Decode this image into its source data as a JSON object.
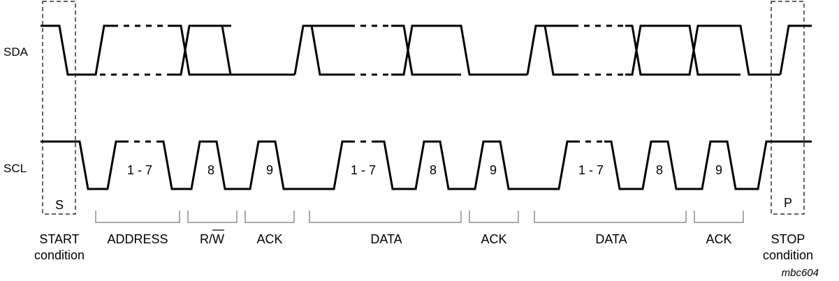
{
  "signals": {
    "sda": "SDA",
    "scl": "SCL"
  },
  "markers": {
    "start": "S",
    "stop": "P"
  },
  "clock_labels": [
    "1 - 7",
    "8",
    "9",
    "1 - 7",
    "8",
    "9",
    "1 - 7",
    "8",
    "9"
  ],
  "phase_labels": {
    "start": [
      "START",
      "condition"
    ],
    "address": "ADDRESS",
    "rw_r": "R/",
    "rw_w": "W",
    "ack1": "ACK",
    "data1": "DATA",
    "ack2": "ACK",
    "data2": "DATA",
    "ack3": "ACK",
    "stop": [
      "STOP",
      "condition"
    ]
  },
  "figure_id": "mbc604"
}
